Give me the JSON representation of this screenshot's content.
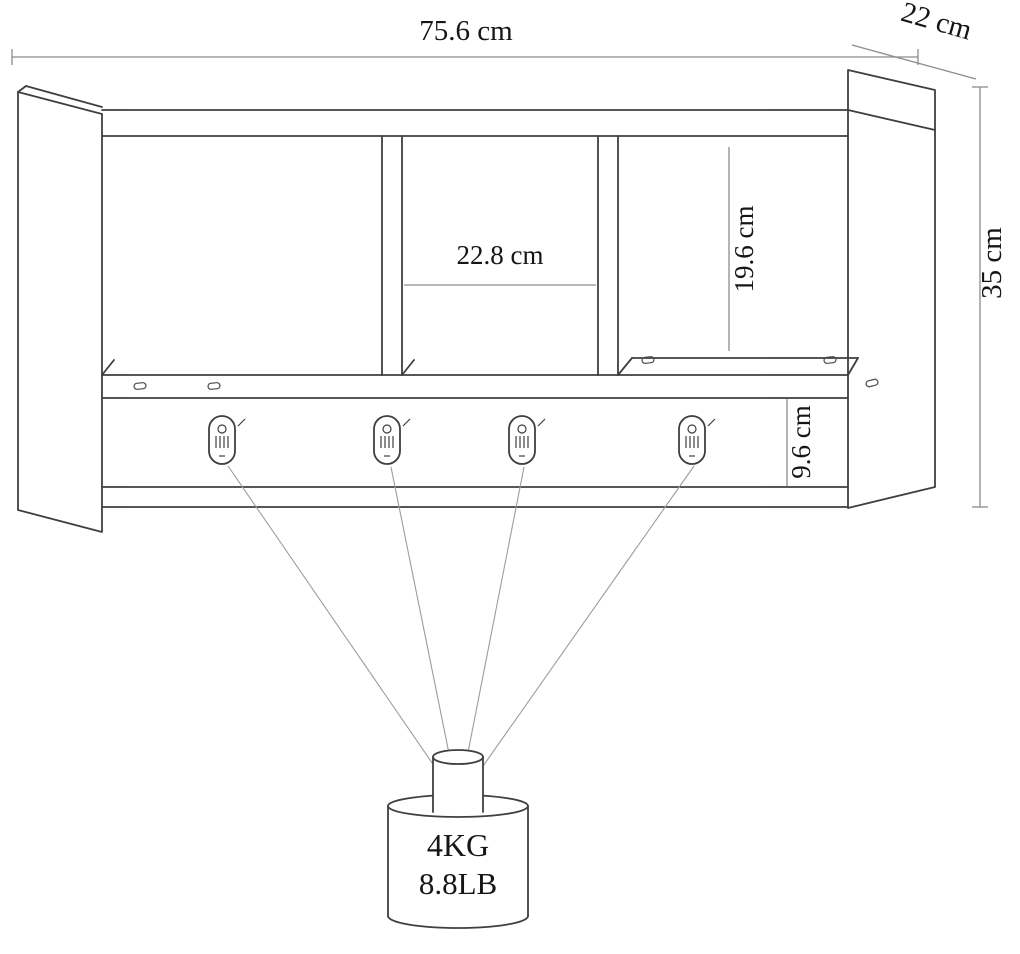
{
  "diagram": {
    "subject": "wall-mounted shelf unit with mounting keyholes and weight capacity",
    "dimensions": {
      "width": "75.6 cm",
      "depth": "22 cm",
      "height": "35 cm",
      "compartment_width": "22.8 cm",
      "compartment_height": "19.6 cm",
      "rail_height": "9.6 cm"
    },
    "weight_capacity": {
      "kilograms": "4KG",
      "pounds": "8.8LB"
    },
    "icons": {
      "keyhole_bracket": "keyhole-bracket-icon",
      "weight_cylinder": "weight-capacity-icon"
    },
    "colors": {
      "background": "#ffffff",
      "structure_line": "#3f3f3f",
      "dimension_line": "#8c8c8c",
      "text": "#161616"
    }
  }
}
